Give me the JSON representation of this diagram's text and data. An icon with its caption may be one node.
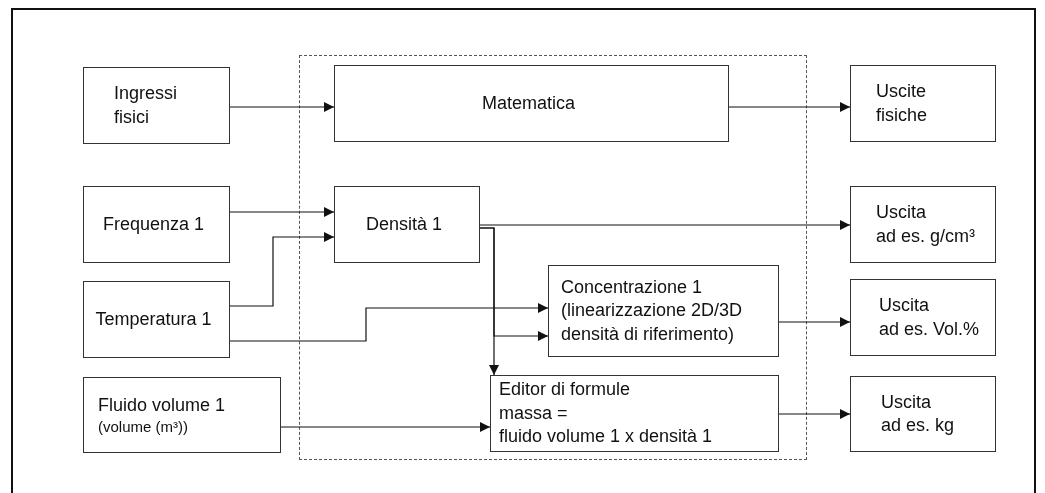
{
  "diagram": {
    "nodes": [
      {
        "text": [
          "Ingressi fisici"
        ]
      },
      {
        "text": [
          "Matematica"
        ]
      },
      {
        "text": [
          "Uscite fisiche"
        ]
      },
      {
        "text": [
          "Frequenza 1"
        ]
      },
      {
        "text": [
          "Densità 1"
        ]
      },
      {
        "text": [
          "Uscita",
          "ad es. g/cm³"
        ]
      },
      {
        "text": [
          "Temperatura 1"
        ]
      },
      {
        "text": [
          "Concentrazione 1",
          "(linearizzazione 2D/3D densità di riferimento)"
        ]
      },
      {
        "text": [
          "Uscita",
          "ad es. Vol.%"
        ]
      },
      {
        "text": [
          "Fluido volume 1",
          "(volume (m³))"
        ]
      },
      {
        "text": [
          "Editor di formule",
          "massa =",
          "fluido volume 1 x densità 1"
        ]
      },
      {
        "text": [
          "Uscita",
          "ad es. kg"
        ]
      }
    ],
    "edges": [
      {
        "from": 0,
        "to": 1,
        "arrow": "to"
      },
      {
        "from": 1,
        "to": 2,
        "arrow": "to"
      },
      {
        "from": 3,
        "to": 4,
        "arrow": "to"
      },
      {
        "from": 6,
        "to": 4,
        "arrow": "to"
      },
      {
        "from": 4,
        "to": 5,
        "arrow": "to"
      },
      {
        "from": 4,
        "to": 10,
        "arrow": "to"
      },
      {
        "from": 4,
        "to": 7,
        "arrow": "to"
      },
      {
        "from": 6,
        "to": 7,
        "arrow": "to"
      },
      {
        "from": 7,
        "to": 8,
        "arrow": "to"
      },
      {
        "from": 9,
        "to": 10,
        "arrow": "to"
      },
      {
        "from": 10,
        "to": 11,
        "arrow": "to"
      }
    ]
  }
}
